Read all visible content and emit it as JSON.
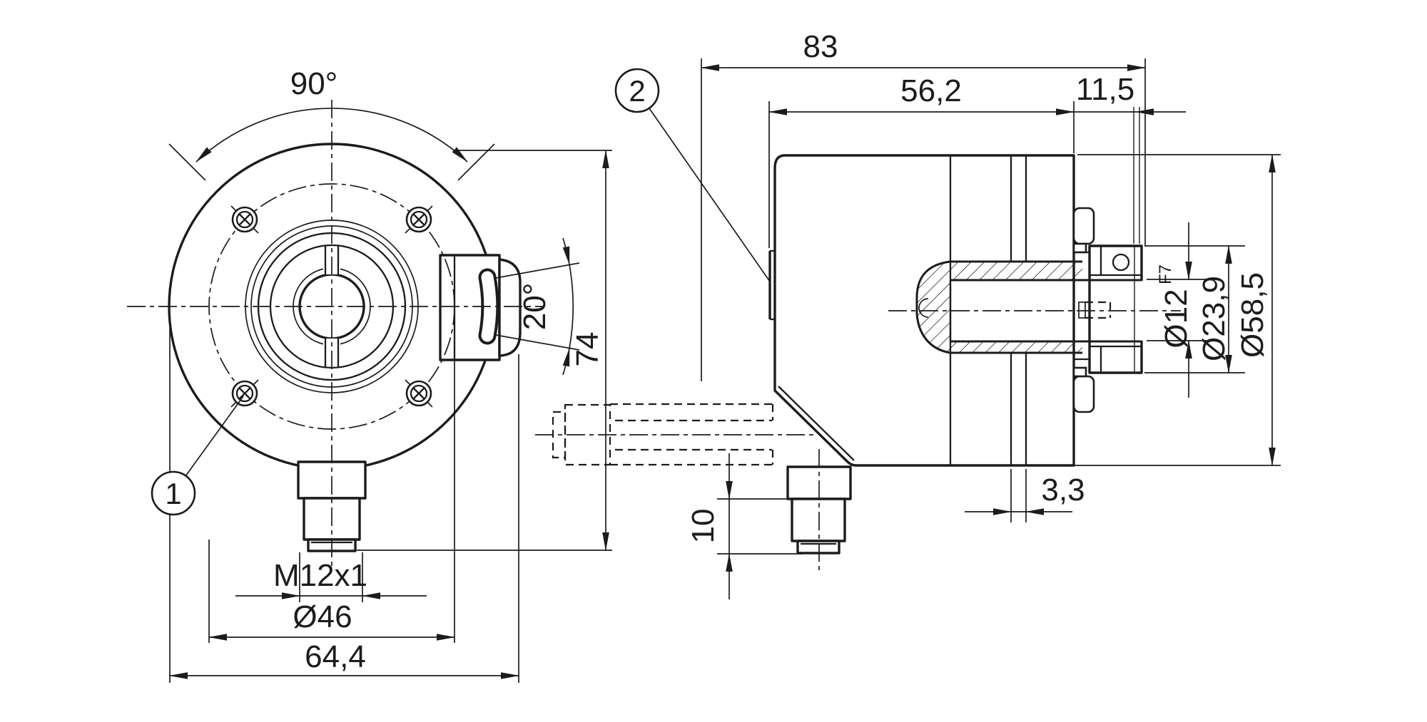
{
  "drawing": {
    "background": "#ffffff",
    "line_color": "#1c1c1c",
    "front_view": {
      "angle_label": "90°",
      "tab_angle_label": "20°",
      "height_label": "74",
      "thread_label": "M12x1",
      "bolt_circle_label": "Ø46",
      "width_label": "64,4",
      "callout": "1"
    },
    "side_view": {
      "overall_depth_label": "83",
      "body_depth_label": "56,2",
      "rear_depth_label": "11,5",
      "shaft_bore_label": "Ø12",
      "shaft_bore_tolerance": "F7",
      "clamp_diameter_label": "Ø23,9",
      "body_diameter_label": "Ø58,5",
      "slot_width_label": "3,3",
      "thread_length_label": "10",
      "callout": "2"
    }
  }
}
